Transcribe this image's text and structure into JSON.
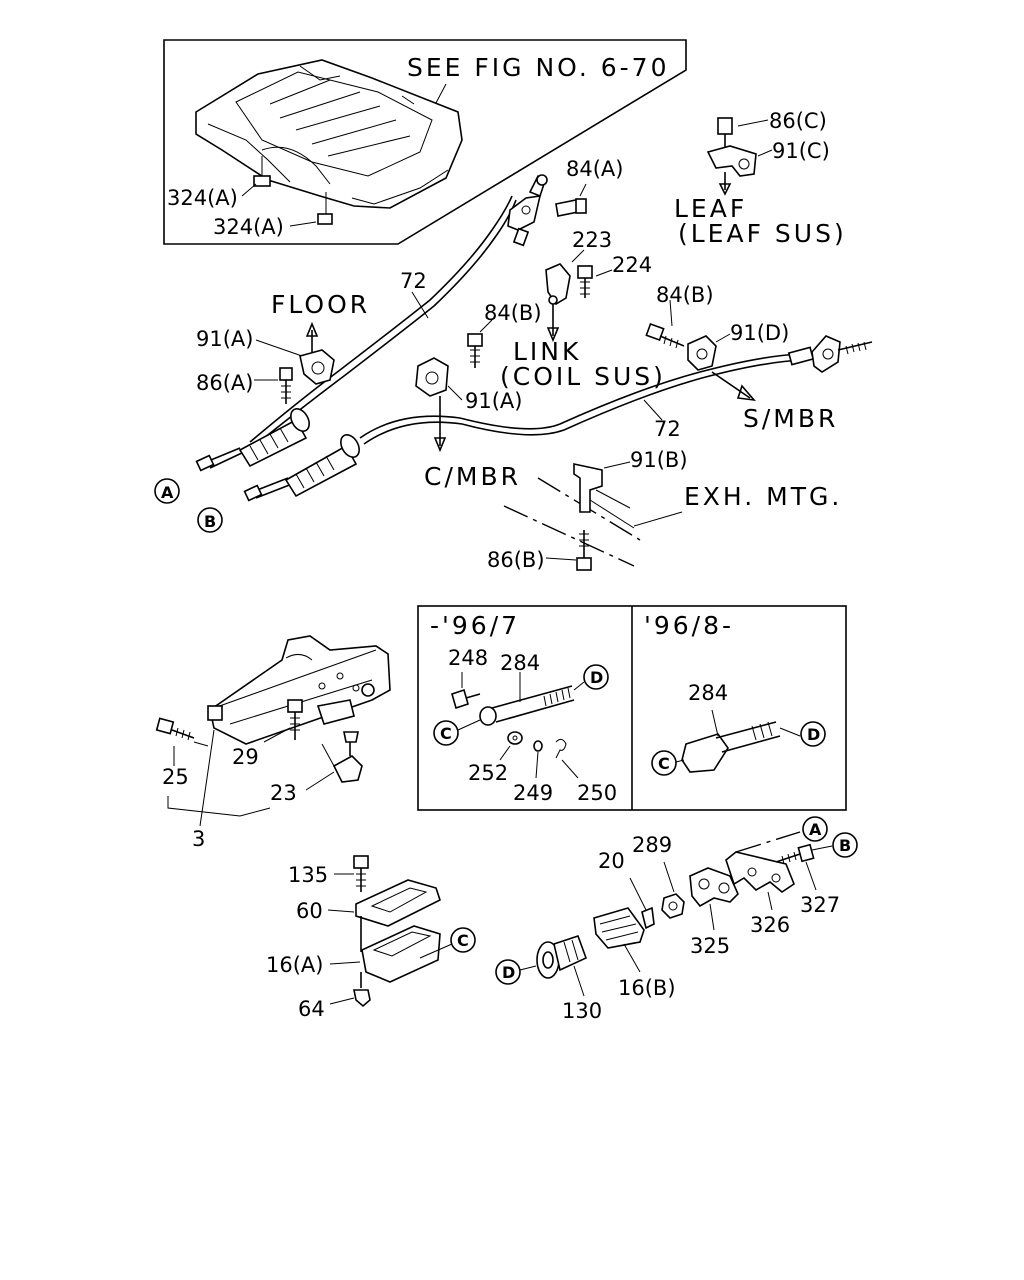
{
  "inset_note": "SEE FIG NO. 6-70",
  "labels": {
    "l324a_1": "324(A)",
    "l324a_2": "324(A)",
    "l86c": "86(C)",
    "l91c": "91(C)",
    "leaf": "LEAF",
    "leaf_sus": "(LEAF SUS)",
    "l84a": "84(A)",
    "l223": "223",
    "l224": "224",
    "l84b_1": "84(B)",
    "l84b_2": "84(B)",
    "l91d": "91(D)",
    "l72_1": "72",
    "l72_2": "72",
    "floor": "FLOOR",
    "l91a_1": "91(A)",
    "l91a_2": "91(A)",
    "l86a": "86(A)",
    "link": "LINK",
    "coil_sus": "(COIL SUS)",
    "smbr": "S/MBR",
    "cmbr": "C/MBR",
    "l91b": "91(B)",
    "exh": "EXH. MTG.",
    "l86b": "86(B)",
    "early": "-'96/7",
    "late": "'96/8-",
    "l248": "248",
    "l284_1": "284",
    "l284_2": "284",
    "l252": "252",
    "l249": "249",
    "l250": "250",
    "l29": "29",
    "l25": "25",
    "l23": "23",
    "l3": "3",
    "l135": "135",
    "l60": "60",
    "l16a": "16(A)",
    "l64": "64",
    "l20": "20",
    "l289": "289",
    "l325": "325",
    "l326": "326",
    "l327": "327",
    "l130": "130",
    "l16b": "16(B)"
  },
  "callouts": {
    "a": "A",
    "b": "B",
    "c": "C",
    "d": "D"
  }
}
